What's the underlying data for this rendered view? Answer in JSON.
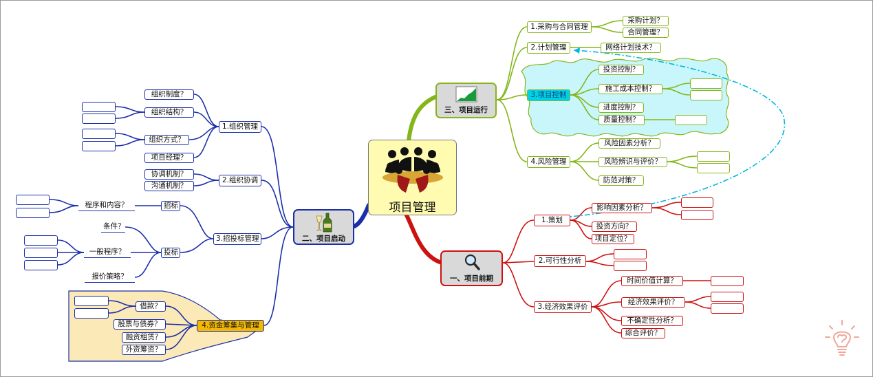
{
  "center": {
    "title": "项目管理",
    "icon": "business-meeting-icon"
  },
  "colors": {
    "red": "#cc1111",
    "green": "#84b61a",
    "blue": "#1b2fa8",
    "cyan_dash": "#00b8e0",
    "cloud": "#c9f6fb",
    "yellow_box": "#fbe9b8"
  },
  "red_branch": {
    "label": "一、项目前期",
    "icon": "magnifier-icon",
    "children": [
      {
        "label": "1.策划",
        "children": [
          "影响因素分析？",
          "投资方向？",
          "项目定位？"
        ]
      },
      {
        "label": "2.可行性分析",
        "children": []
      },
      {
        "label": "3.经济效果评价",
        "children": [
          "时间价值计算？",
          "经济效果评价？",
          "不确定性分析？",
          "综合评价？"
        ]
      }
    ]
  },
  "green_branch": {
    "label": "三、项目运行",
    "icon": "growth-chart-icon",
    "children": [
      {
        "label": "1.采购与合同管理",
        "children": [
          "采购计划？",
          "合同管理？"
        ]
      },
      {
        "label": "2.计划管理",
        "children": [
          "网络计划技术？"
        ]
      },
      {
        "label": "3.项目控制",
        "children": [
          "投资控制？",
          "施工成本控制？",
          "进度控制？",
          "质量控制？"
        ]
      },
      {
        "label": "4.风险管理",
        "children": [
          "风险因素分析？",
          "风险辨识与评价？",
          "防范对策？"
        ]
      }
    ]
  },
  "blue_branch": {
    "label": "二、项目启动",
    "icon": "champagne-bottle-icon",
    "children": [
      {
        "label": "1.组织管理",
        "children": [
          "组织制度？",
          "组织结构？",
          "组织方式？",
          "项目经理？"
        ]
      },
      {
        "label": "2.组织协调",
        "children": [
          "协调机制？",
          "沟通机制？"
        ]
      },
      {
        "label": "3.招投标管理",
        "children": [
          {
            "label": "招标",
            "children": [
              "程序和内容？"
            ]
          },
          {
            "label": "投标",
            "children": [
              "条件？",
              "一般程序？",
              "报价策略？"
            ]
          }
        ]
      },
      {
        "label": "4.资金筹集与管理",
        "children": [
          "借款？",
          "股票与债券？",
          "融资租赁？",
          "外资筹资？"
        ]
      }
    ]
  },
  "corner_icon": "lightbulb-brain-icon"
}
